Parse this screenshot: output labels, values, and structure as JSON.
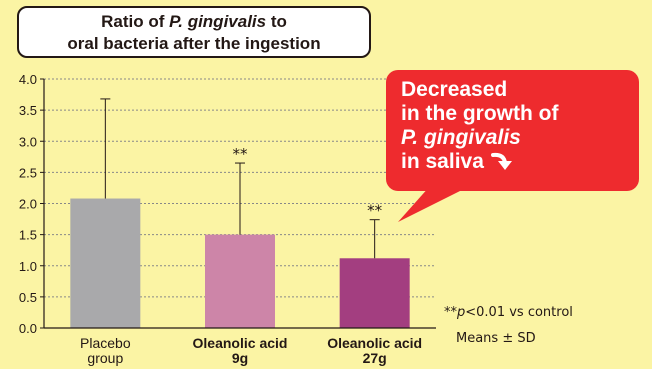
{
  "title": {
    "line1_prefix": "Ratio of ",
    "line1_italic": "P. gingivalis",
    "line1_suffix": " to",
    "line2": "oral bacteria after the ingestion"
  },
  "callout": {
    "line1": "Decreased",
    "line2": "in the growth of",
    "line3": "P. gingivalis",
    "line4": "in saliva"
  },
  "notes": {
    "significance_prefix": "**",
    "significance_p": "p",
    "significance_suffix": "<0.01 vs control",
    "means": "Means ± SD"
  },
  "colors": {
    "background": "#fbf4a4",
    "callout": "#ee2b2e",
    "placebo": "#a9a9ab",
    "oa9": "#cd85a8",
    "oa27": "#a33e80"
  },
  "chart_data": {
    "type": "bar",
    "categories": [
      "Placebo group",
      "Oleanolic acid 9g",
      "Oleanolic acid 27g"
    ],
    "category_lines": [
      [
        "Placebo",
        "group"
      ],
      [
        "Oleanolic acid",
        "9g"
      ],
      [
        "Oleanolic acid",
        "27g"
      ]
    ],
    "values": [
      2.08,
      1.5,
      1.12
    ],
    "error": [
      1.6,
      1.15,
      0.62
    ],
    "significance": [
      "",
      "**",
      "**"
    ],
    "bar_colors": [
      "#a9a9ab",
      "#cd85a8",
      "#a33e80"
    ],
    "ylim": [
      0,
      4.0
    ],
    "yticks": [
      "0.0",
      "0.5",
      "1.0",
      "1.5",
      "2.0",
      "2.5",
      "3.0",
      "3.5",
      "4.0"
    ],
    "grid": true,
    "title": "Ratio of P. gingivalis to oral bacteria after the ingestion",
    "xlabel": "",
    "ylabel": ""
  }
}
